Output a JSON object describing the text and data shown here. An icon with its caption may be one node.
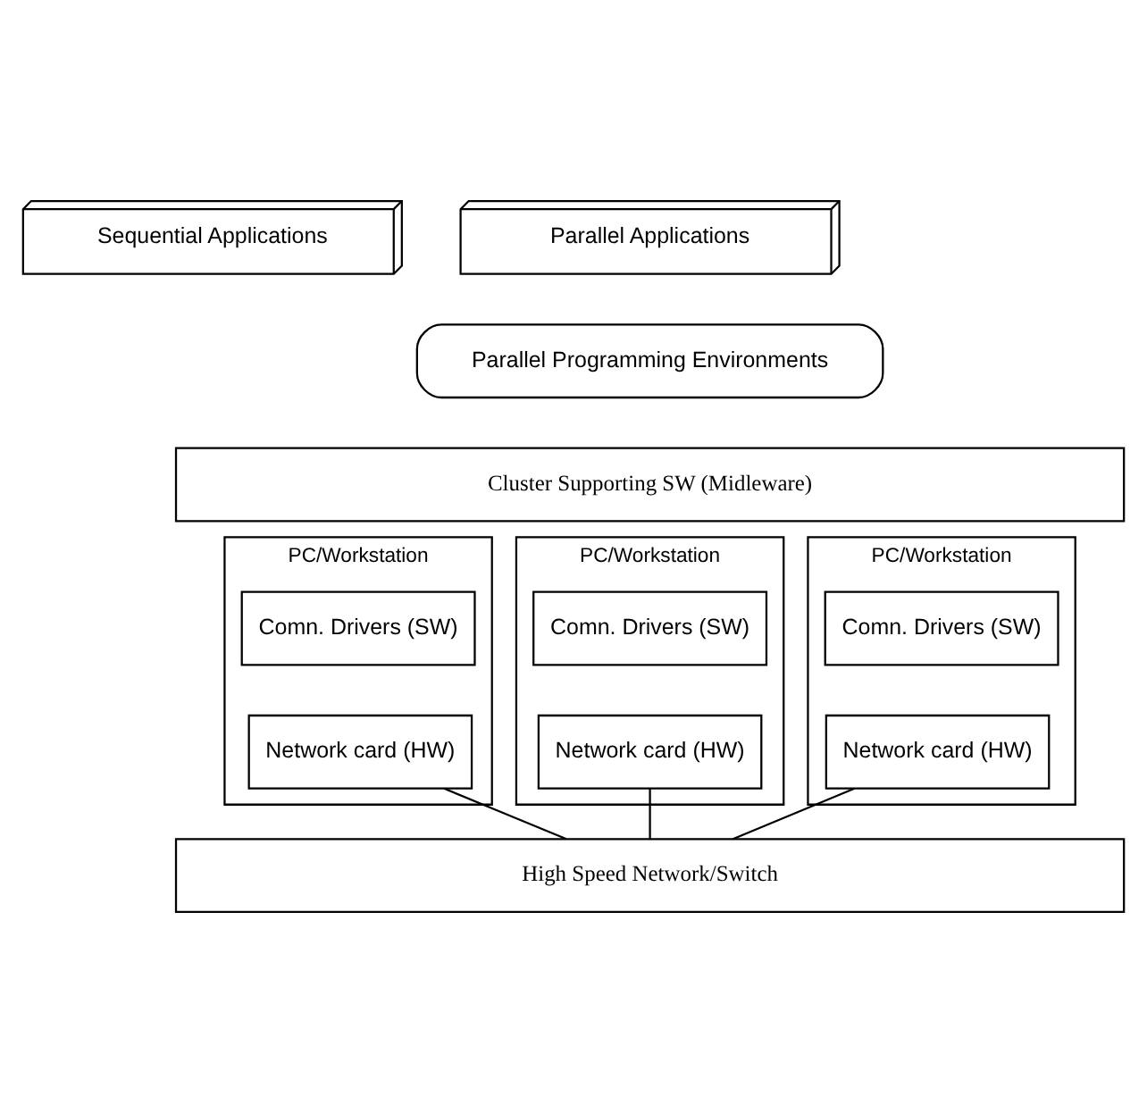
{
  "diagram": {
    "nodes": [
      {
        "text": [
          "Sequential Applications"
        ]
      },
      {
        "text": [
          "Parallel Applications"
        ]
      },
      {
        "text": [
          "Parallel Programming Environments"
        ]
      },
      {
        "text": [
          "Cluster Supporting SW (Midleware)"
        ]
      },
      {
        "text": [
          "PC/Workstation"
        ]
      },
      {
        "text": [
          "Comn. Drivers (SW)"
        ],
        "in": 4
      },
      {
        "text": [
          "Network card (HW)"
        ],
        "in": 4
      },
      {
        "text": [
          "PC/Workstation"
        ]
      },
      {
        "text": [
          "Comn. Drivers (SW)"
        ],
        "in": 7
      },
      {
        "text": [
          "Network card (HW)"
        ],
        "in": 7
      },
      {
        "text": [
          "PC/Workstation"
        ]
      },
      {
        "text": [
          "Comn. Drivers (SW)"
        ],
        "in": 10
      },
      {
        "text": [
          "Network card (HW)"
        ],
        "in": 10
      },
      {
        "text": [
          "High Speed Network/Switch"
        ]
      }
    ],
    "edges": [
      {
        "from": 6,
        "to": 13,
        "arrow": "none"
      },
      {
        "from": 9,
        "to": 13,
        "arrow": "none"
      },
      {
        "from": 12,
        "to": 13,
        "arrow": "none"
      }
    ]
  }
}
